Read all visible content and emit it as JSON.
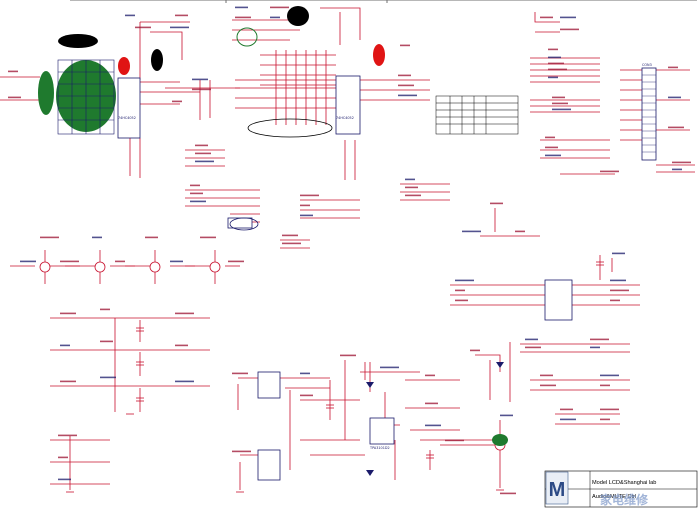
{
  "title_block": {
    "line1": "Model LCD&Shanghai lab",
    "line2": "Audio&MUTE Ctrl",
    "logo_text": "家电维修"
  },
  "labels": {
    "ic_u101": "74HC4052",
    "ic_u102": "74HC4052",
    "ic_u103": "TPA3101D2",
    "conn_con3": "CON3"
  },
  "colors": {
    "wire": "#c8102e",
    "text": "#9b1030",
    "net": "#1a1a6a",
    "blob_black": "#000000",
    "blob_green": "#1f7a2e",
    "blob_red": "#e01414"
  }
}
